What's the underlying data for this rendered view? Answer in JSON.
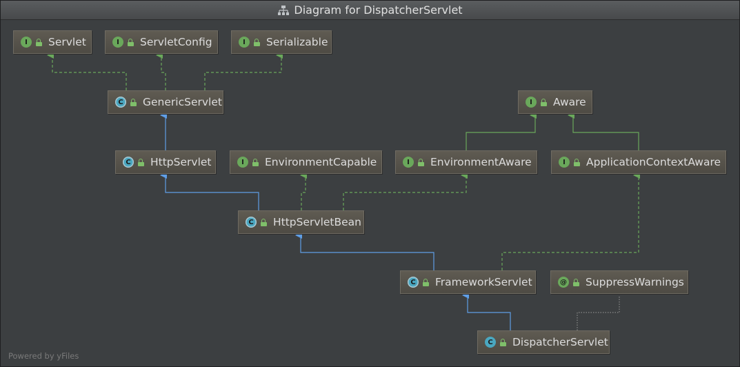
{
  "window": {
    "title": "Diagram for DispatcherServlet",
    "title_icon": "hierarchy-diagram-icon"
  },
  "footer": {
    "powered_by": "Powered by yFiles"
  },
  "colors": {
    "background": "#3c3f41",
    "node_fill": "#55524b",
    "interface_edge": "#6aa85b",
    "class_edge": "#5f9ee6",
    "annotation_edge": "#8a8a8a",
    "interface_badge": "#6aa85b",
    "class_badge": "#4aa7c0"
  },
  "nodes": [
    {
      "id": "servlet",
      "label": "Servlet",
      "kind": "interface",
      "badge": "I"
    },
    {
      "id": "servletconfig",
      "label": "ServletConfig",
      "kind": "interface",
      "badge": "I"
    },
    {
      "id": "serializable",
      "label": "Serializable",
      "kind": "interface",
      "badge": "I"
    },
    {
      "id": "genericservlet",
      "label": "GenericServlet",
      "kind": "abstract",
      "badge": "C"
    },
    {
      "id": "aware",
      "label": "Aware",
      "kind": "interface",
      "badge": "I"
    },
    {
      "id": "httpservlet",
      "label": "HttpServlet",
      "kind": "abstract",
      "badge": "C"
    },
    {
      "id": "environmentcapable",
      "label": "EnvironmentCapable",
      "kind": "interface",
      "badge": "I"
    },
    {
      "id": "environmentaware",
      "label": "EnvironmentAware",
      "kind": "interface",
      "badge": "I"
    },
    {
      "id": "applicationcontextaware",
      "label": "ApplicationContextAware",
      "kind": "interface",
      "badge": "I"
    },
    {
      "id": "httpservletbean",
      "label": "HttpServletBean",
      "kind": "abstract",
      "badge": "C"
    },
    {
      "id": "frameworkservlet",
      "label": "FrameworkServlet",
      "kind": "abstract",
      "badge": "C"
    },
    {
      "id": "suppresswarnings",
      "label": "SuppressWarnings",
      "kind": "annotation",
      "badge": "@"
    },
    {
      "id": "dispatcherservlet",
      "label": "DispatcherServlet",
      "kind": "class",
      "badge": "C"
    }
  ],
  "edges": [
    {
      "from": "genericservlet",
      "to": "servlet",
      "type": "implements"
    },
    {
      "from": "genericservlet",
      "to": "servletconfig",
      "type": "implements"
    },
    {
      "from": "genericservlet",
      "to": "serializable",
      "type": "implements"
    },
    {
      "from": "httpservlet",
      "to": "genericservlet",
      "type": "extends"
    },
    {
      "from": "environmentaware",
      "to": "aware",
      "type": "extends-interface"
    },
    {
      "from": "applicationcontextaware",
      "to": "aware",
      "type": "extends-interface"
    },
    {
      "from": "httpservletbean",
      "to": "httpservlet",
      "type": "extends"
    },
    {
      "from": "httpservletbean",
      "to": "environmentcapable",
      "type": "implements"
    },
    {
      "from": "httpservletbean",
      "to": "environmentaware",
      "type": "implements"
    },
    {
      "from": "frameworkservlet",
      "to": "httpservletbean",
      "type": "extends"
    },
    {
      "from": "frameworkservlet",
      "to": "applicationcontextaware",
      "type": "implements"
    },
    {
      "from": "dispatcherservlet",
      "to": "frameworkservlet",
      "type": "extends"
    },
    {
      "from": "dispatcherservlet",
      "to": "suppresswarnings",
      "type": "annotated"
    }
  ]
}
